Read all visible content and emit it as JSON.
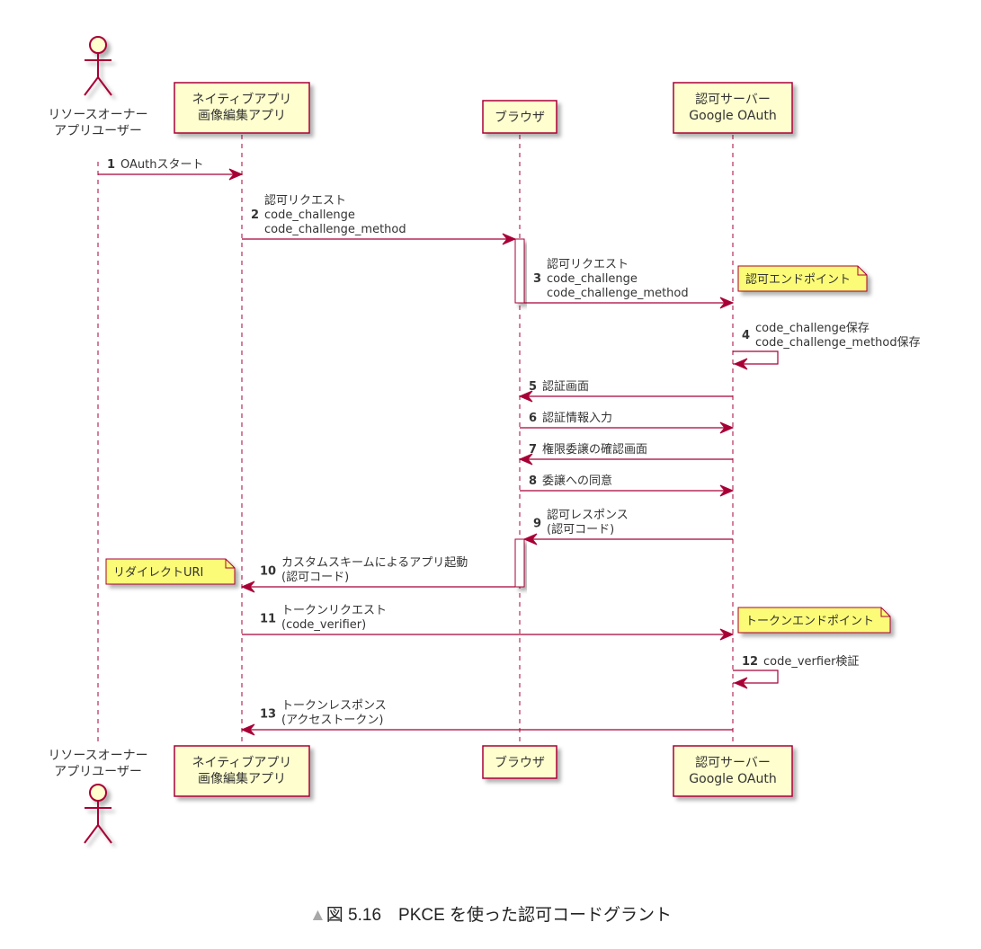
{
  "colors": {
    "line": "#a80036",
    "participant_fill": "#fefece",
    "note_fill": "#fbfb77",
    "text": "#333333",
    "caption_marker": "#a8a8a8"
  },
  "participants": [
    {
      "id": "owner",
      "type": "actor",
      "lines": [
        "リソースオーナー",
        "アプリユーザー"
      ]
    },
    {
      "id": "app",
      "type": "box",
      "lines": [
        "ネイティブアプリ",
        "画像編集アプリ"
      ]
    },
    {
      "id": "browser",
      "type": "box",
      "lines": [
        "ブラウザ"
      ]
    },
    {
      "id": "server",
      "type": "box",
      "lines": [
        "認可サーバー",
        "Google OAuth"
      ]
    }
  ],
  "messages": [
    {
      "num": "1",
      "from": "owner",
      "to": "app",
      "lines": [
        "OAuthスタート"
      ]
    },
    {
      "num": "2",
      "from": "app",
      "to": "browser",
      "lines": [
        "認可リクエスト",
        "code_challenge",
        "code_challenge_method"
      ]
    },
    {
      "num": "3",
      "from": "browser",
      "to": "server",
      "lines": [
        "認可リクエスト",
        "code_challenge",
        "code_challenge_method"
      ]
    },
    {
      "num": "4",
      "from": "server",
      "to": "server",
      "lines": [
        "code_challenge保存",
        "code_challenge_method保存"
      ]
    },
    {
      "num": "5",
      "from": "server",
      "to": "browser",
      "lines": [
        "認証画面"
      ]
    },
    {
      "num": "6",
      "from": "browser",
      "to": "server",
      "lines": [
        "認証情報入力"
      ]
    },
    {
      "num": "7",
      "from": "server",
      "to": "browser",
      "lines": [
        "権限委譲の確認画面"
      ]
    },
    {
      "num": "8",
      "from": "browser",
      "to": "server",
      "lines": [
        "委譲への同意"
      ]
    },
    {
      "num": "9",
      "from": "server",
      "to": "browser",
      "lines": [
        "認可レスポンス",
        "(認可コード)"
      ]
    },
    {
      "num": "10",
      "from": "browser",
      "to": "app",
      "lines": [
        "カスタムスキームによるアプリ起動",
        "(認可コード)"
      ]
    },
    {
      "num": "11",
      "from": "app",
      "to": "server",
      "lines": [
        "トークンリクエスト",
        "(code_verifier)"
      ]
    },
    {
      "num": "12",
      "from": "server",
      "to": "server",
      "lines": [
        "code_verfier検証"
      ]
    },
    {
      "num": "13",
      "from": "server",
      "to": "app",
      "lines": [
        "トークンレスポンス",
        "(アクセストークン)"
      ]
    }
  ],
  "notes": [
    {
      "text": "認可エンドポイント",
      "side": "right",
      "of": "server",
      "at_message": "3"
    },
    {
      "text": "リダイレクトURI",
      "side": "left",
      "of": "app",
      "at_message": "10"
    },
    {
      "text": "トークンエンドポイント",
      "side": "right",
      "of": "server",
      "at_message": "11"
    }
  ],
  "activations": [
    {
      "on": "browser",
      "from_message": "2",
      "to_message": "3"
    },
    {
      "on": "browser",
      "from_message": "9",
      "to_message": "10"
    }
  ],
  "caption": {
    "marker": "▲",
    "text": "図 5.16　PKCE を使った認可コードグラント"
  }
}
